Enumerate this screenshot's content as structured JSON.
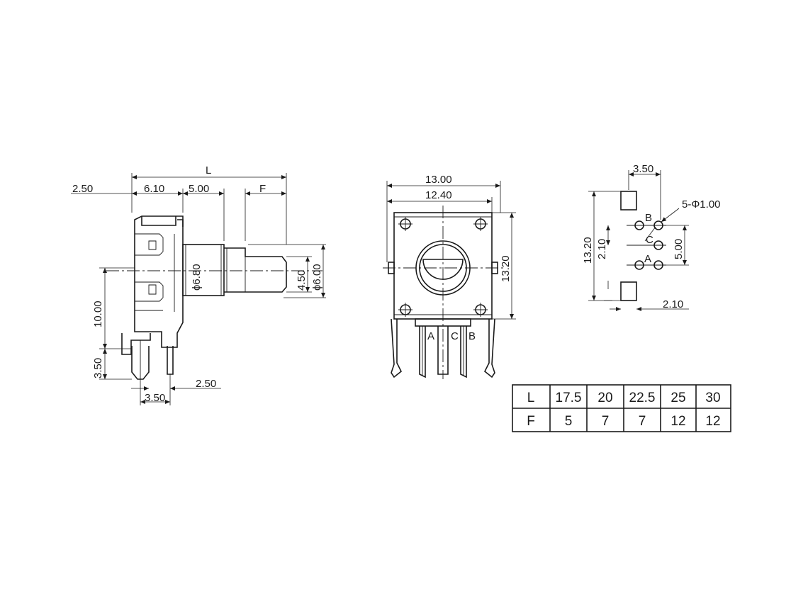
{
  "side_view": {
    "dim_L": "L",
    "dim_left_offset": "2.50",
    "dim_a": "6.10",
    "dim_b": "5.00",
    "dim_F": "F",
    "dim_dia_body": "ϕ6.80",
    "dim_flat": "4.50",
    "dim_dia_shaft": "ϕ6.00",
    "dim_height": "10.00",
    "dim_pin_len": "3.50",
    "dim_pin_pitch": "3.50",
    "dim_pin_offset": "2.50"
  },
  "front_view": {
    "dim_width_outer": "13.00",
    "dim_width_inner": "12.40",
    "dim_height": "13.20",
    "pin_a": "A",
    "pin_c": "C",
    "pin_b": "B"
  },
  "footprint": {
    "dim_pitch_top": "3.50",
    "dim_holes": "5-Φ1.00",
    "dim_total": "13.20",
    "dim_row": "2.10",
    "dim_span": "5.00",
    "dim_bottom": "2.10",
    "pin_b": "B",
    "pin_c": "C",
    "pin_a": "A"
  },
  "table": {
    "row1": [
      "L",
      "17.5",
      "20",
      "22.5",
      "25",
      "30"
    ],
    "row2": [
      "F",
      "5",
      "7",
      "7",
      "12",
      "12"
    ]
  }
}
